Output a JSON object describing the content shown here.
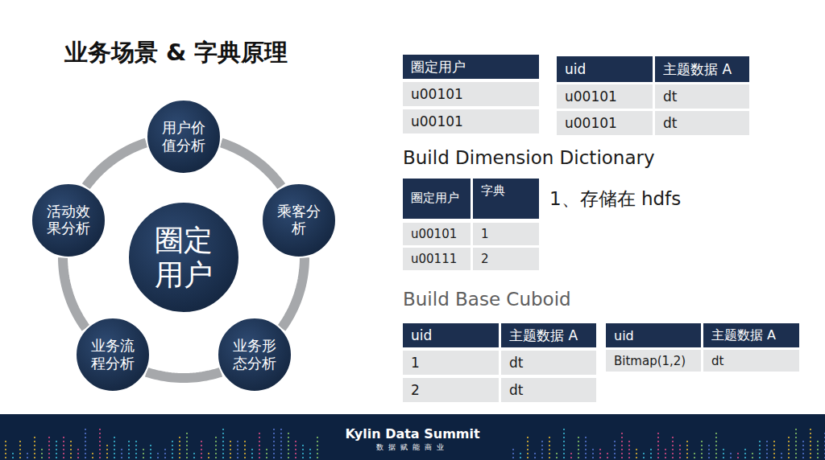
{
  "diagram": {
    "title": "业务场景 & 字典原理",
    "nodes": [
      {
        "text": [
          "圈定用户"
        ]
      },
      {
        "text": [
          "用户价值分析"
        ]
      },
      {
        "text": [
          "乘客分析"
        ]
      },
      {
        "text": [
          "业务形态分析"
        ]
      },
      {
        "text": [
          "业务流程分析"
        ]
      },
      {
        "text": [
          "活动效果分析"
        ]
      }
    ],
    "edges": [
      {
        "from": 1,
        "to": 2,
        "arrow": "none"
      },
      {
        "from": 2,
        "to": 3,
        "arrow": "none"
      },
      {
        "from": 3,
        "to": 4,
        "arrow": "none"
      },
      {
        "from": 4,
        "to": 5,
        "arrow": "none"
      },
      {
        "from": 5,
        "to": 1,
        "arrow": "none"
      }
    ],
    "labels": [
      "圈定用户",
      "u00101",
      "u00101",
      "uid",
      "主题数据 A",
      "u00101",
      "dt",
      "u00101",
      "dt",
      "Build Dimension Dictionary",
      "圈定用户",
      "字典",
      "u00101",
      "1",
      "u00111",
      "2",
      "1、存储在 hdfs",
      "Build Base Cuboid",
      "uid",
      "主题数据 A",
      "1",
      "dt",
      "2",
      "dt",
      "uid",
      "主题数据 A",
      "Bitmap(1,2)",
      "dt",
      "Kylin Data Summit",
      "数据赋能商业"
    ]
  }
}
